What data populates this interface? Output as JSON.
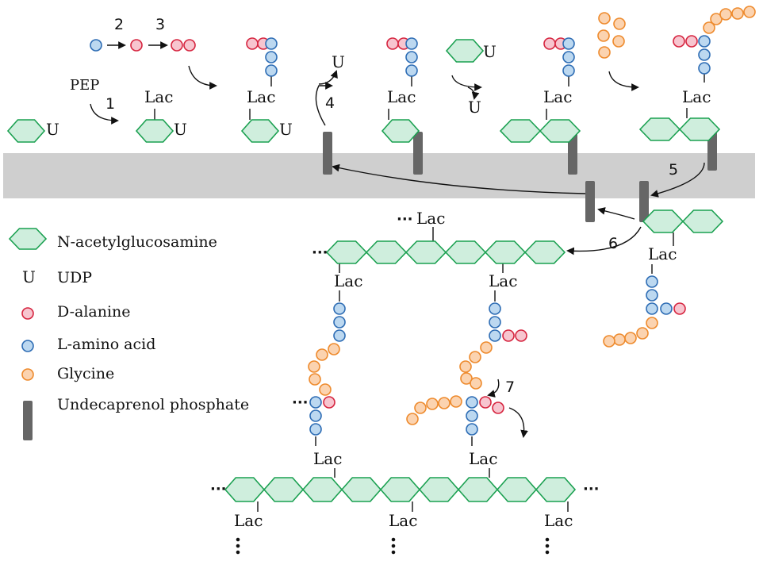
{
  "labels": {
    "lac": "Lac",
    "udp_symbol": "U",
    "pep": "PEP",
    "ellipsis": "···"
  },
  "steps": [
    "1",
    "2",
    "3",
    "4",
    "5",
    "6",
    "7"
  ],
  "legend": {
    "nag": "N-acetylglucosamine",
    "udp_symbol": "U",
    "udp": "UDP",
    "d_alanine": "D-alanine",
    "l_amino_acid": "L-amino acid",
    "glycine": "Glycine",
    "undecaprenol": "Undecaprenol phosphate"
  },
  "colors": {
    "hexagon_fill": "#cfeedd",
    "hexagon_stroke": "#1aa050",
    "d_alanine_fill": "#f7c5cf",
    "d_alanine_stroke": "#d6243f",
    "l_amino_fill": "#bcd8f0",
    "l_amino_stroke": "#2d6cb4",
    "glycine_fill": "#fbd3b0",
    "glycine_stroke": "#ee8a2c",
    "membrane": "#cfcfcf",
    "carrier": "#666666"
  }
}
